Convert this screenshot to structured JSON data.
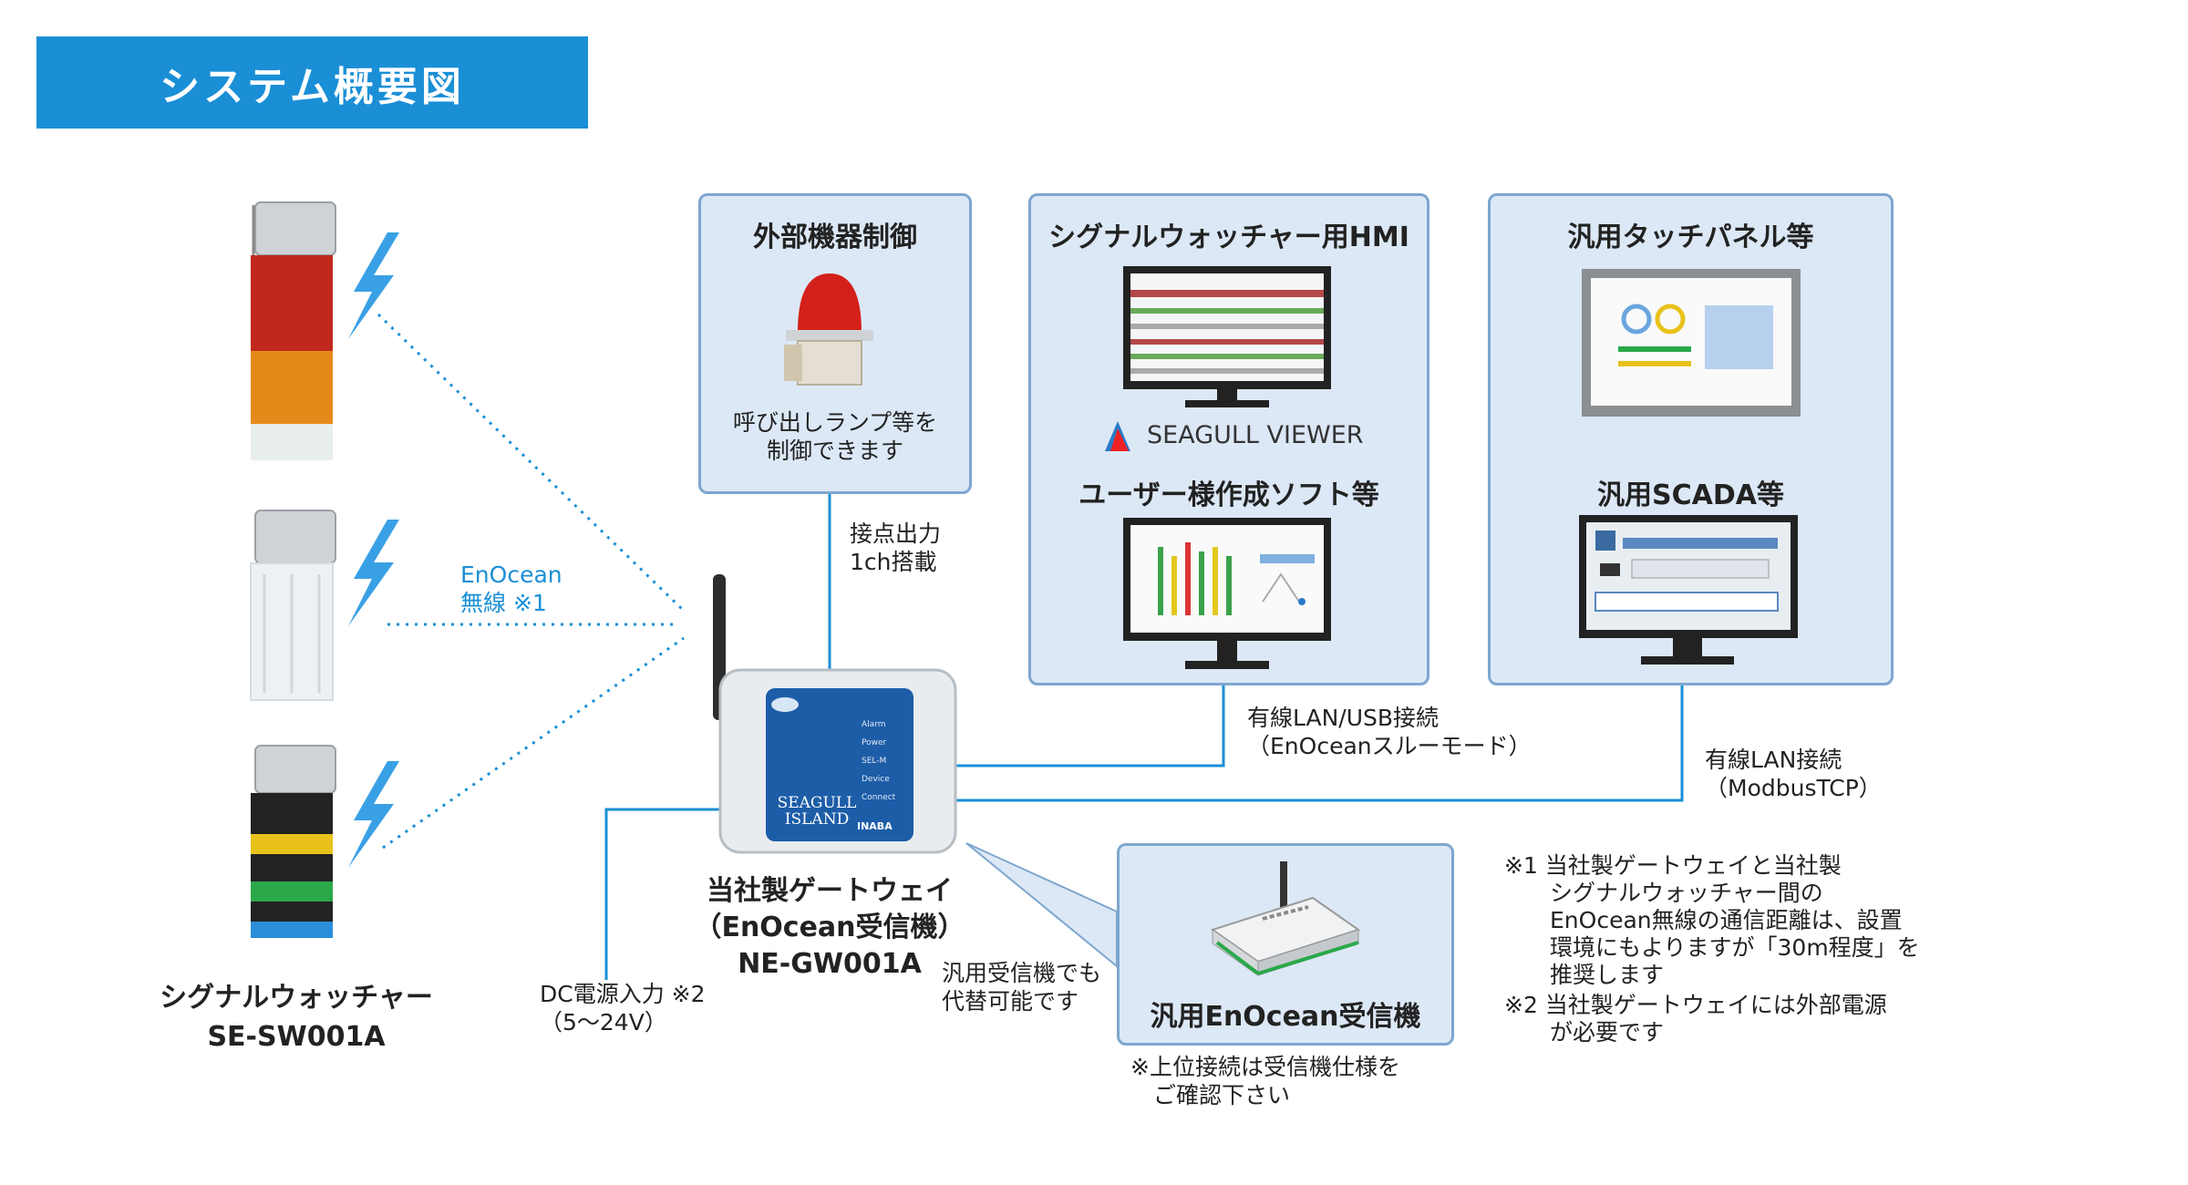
{
  "title": "システム概要図",
  "devices": {
    "signal_watcher_name": "シグナルウォッチャー",
    "signal_watcher_model": "SE-SW001A",
    "wireless_label": "EnOcean\n無線 ※1"
  },
  "gateway": {
    "name_line1": "当社製ゲートウェイ",
    "name_line2": "（EnOcean受信機）",
    "model": "NE-GW001A",
    "screen_brand": "SEAGULL\nISLAND",
    "screen_maker": "INABA",
    "leds": [
      "Alarm",
      "Power",
      "SEL-M",
      "Device",
      "Connect"
    ]
  },
  "external_control": {
    "title": "外部機器制御",
    "desc": "呼び出しランプ等を\n制御できます",
    "connection": "接点出力\n1ch搭載"
  },
  "hmi_panel": {
    "title": "シグナルウォッチャー用HMI",
    "logo_text": "SEAGULL VIEWER",
    "software_title": "ユーザー様作成ソフト等",
    "connection": "有線LAN/USB接続\n（EnOceanスルーモード）"
  },
  "touch_panel": {
    "title": "汎用タッチパネル等",
    "scada_title": "汎用SCADA等",
    "connection": "有線LAN接続\n（ModbusTCP）"
  },
  "power": {
    "label": "DC電源入力 ※2\n（5〜24V）"
  },
  "receiver": {
    "title": "汎用EnOcean受信機",
    "alt_label": "汎用受信機でも\n代替可能です",
    "note": "※上位接続は受信機仕様を\n　ご確認下さい"
  },
  "notes": {
    "note1": "※1 当社製ゲートウェイと当社製\n　　シグナルウォッチャー間の\n　　EnOcean無線の通信距離は、設置\n　　環境にもよりますが「30m程度」を\n　　推奨します",
    "note2": "※2 当社製ゲートウェイには外部電源\n　　が必要です"
  },
  "colors": {
    "accent": "#1a8fd6",
    "panel_bg": "#dce8f6",
    "panel_border": "#7ea6cf",
    "line": "#1a8fd6"
  }
}
